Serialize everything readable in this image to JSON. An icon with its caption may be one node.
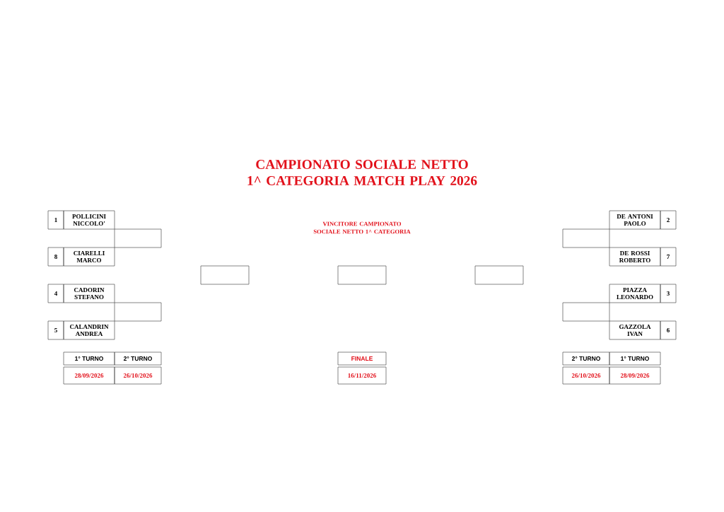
{
  "diagram": {
    "title": "CAMPIONATO SOCIALE NETTO 1^ CATEGORIA MATCH PLAY 2026",
    "nodes": [
      {
        "text": [
          "1"
        ]
      },
      {
        "text": [
          "POLLICINI NICCOLO'"
        ]
      },
      {
        "text": [],
        "shape": "box"
      },
      {
        "text": [
          "8"
        ]
      },
      {
        "text": [
          "CIARELLI MARCO"
        ]
      },
      {
        "text": [
          "4"
        ]
      },
      {
        "text": [
          "CADORIN STEFANO"
        ]
      },
      {
        "text": [],
        "shape": "box"
      },
      {
        "text": [
          "5"
        ]
      },
      {
        "text": [
          "CALANDRIN ANDREA"
        ]
      },
      {
        "text": [],
        "shape": "box"
      },
      {
        "text": [],
        "shape": "box"
      },
      {
        "text": [],
        "shape": "box"
      },
      {
        "text": [
          "DE ANTONI PAOLO"
        ]
      },
      {
        "text": [
          "2"
        ]
      },
      {
        "text": [],
        "shape": "box"
      },
      {
        "text": [
          "DE ROSSI ROBERTO"
        ]
      },
      {
        "text": [
          "7"
        ]
      },
      {
        "text": [
          "PIAZZA LEONARDO"
        ]
      },
      {
        "text": [
          "3"
        ]
      },
      {
        "text": [],
        "shape": "box"
      },
      {
        "text": [
          "GAZZOLA IVAN"
        ]
      },
      {
        "text": [
          "6"
        ]
      }
    ],
    "labels": [
      "VINCITORE CAMPIONATO SOCIALE NETTO 1^ CATEGORIA",
      "1° TURNO",
      "2° TURNO",
      "FINALE",
      "2° TURNO",
      "1° TURNO",
      "28/09/2026",
      "26/10/2026",
      "16/11/2026",
      "26/10/2026",
      "28/09/2026"
    ]
  }
}
